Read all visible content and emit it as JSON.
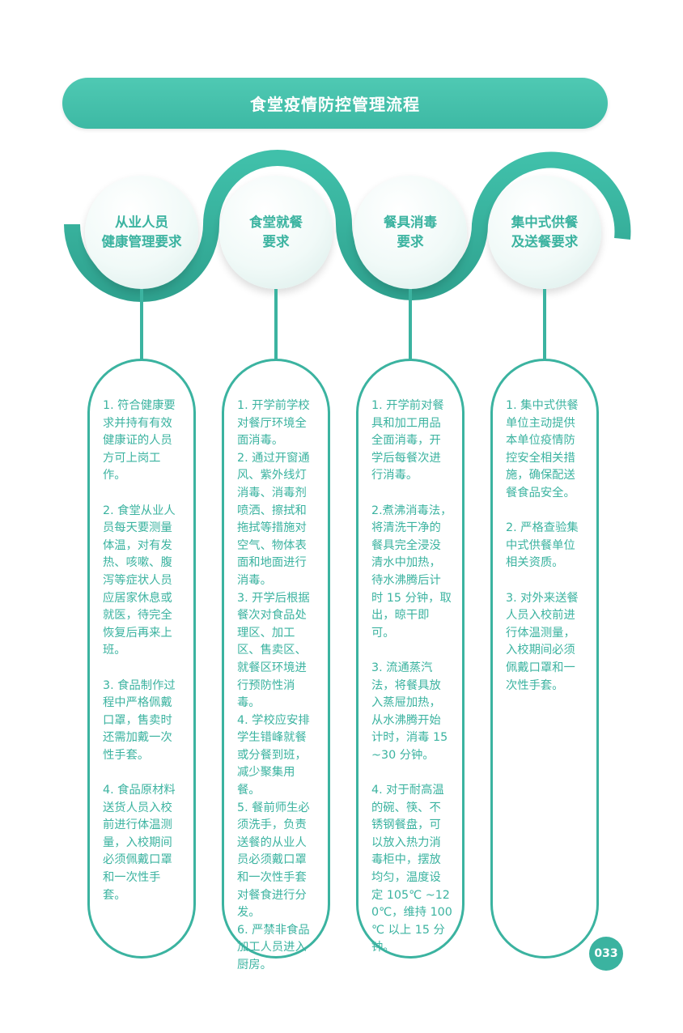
{
  "title": "食堂疫情防控管理流程",
  "colors": {
    "accent": "#3bb3a0",
    "title_bg": "#45c1ab"
  },
  "steps": [
    {
      "heading": "从业人员\n健康管理要求",
      "text": "1. 符合健康要求并持有有效健康证的人员方可上岗工作。\n\n2. 食堂从业人员每天要测量体温，对有发热、咳嗽、腹泻等症状人员应居家休息或就医，待完全恢复后再来上班。\n\n3. 食品制作过程中严格佩戴口罩，售卖时还需加戴一次性手套。\n\n4. 食品原材料送货人员入校前进行体温测量，入校期间必须佩戴口罩和一次性手套。"
    },
    {
      "heading": "食堂就餐\n要求",
      "text": "1. 开学前学校对餐厅环境全面消毒。\n2. 通过开窗通风、紫外线灯消毒、消毒剂喷洒、擦拭和拖拭等措施对空气、物体表面和地面进行消毒。\n3. 开学后根据餐次对食品处理区、加工区、售卖区、就餐区环境进行预防性消毒。\n4. 学校应安排学生错峰就餐或分餐到班，减少聚集用餐。\n5. 餐前师生必须洗手，负责送餐的从业人员必须戴口罩和一次性手套对餐食进行分发。\n6. 严禁非食品加工人员进入厨房。"
    },
    {
      "heading": "餐具消毒\n要求",
      "text": "1. 开学前对餐具和加工用品全面消毒，开学后每餐次进行消毒。\n\n2.煮沸消毒法，将清洗干净的餐具完全浸没清水中加热，待水沸腾后计时 15 分钟，取出，晾干即可。\n\n3. 流通蒸汽法，将餐具放入蒸屉加热，从水沸腾开始计时，消毒 15~30 分钟。\n\n4. 对于耐高温的碗、筷、不锈钢餐盘，可以放入热力消毒柜中，摆放均匀，温度设定 105℃ ~120℃，维持 100 ℃ 以上 15 分钟。"
    },
    {
      "heading": "集中式供餐\n及送餐要求",
      "text": "1. 集中式供餐单位主动提供本单位疫情防控安全相关措施，确保配送餐食品安全。\n\n2. 严格查验集中式供餐单位相关资质。\n\n3. 对外来送餐人员入校前进行体温测量，入校期间必须佩戴口罩和一次性手套。"
    }
  ],
  "page_number": "033"
}
